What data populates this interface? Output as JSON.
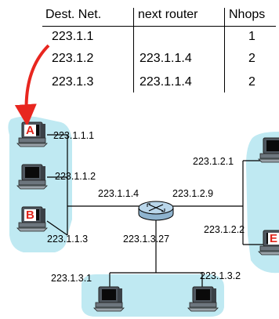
{
  "table": {
    "headers": [
      "Dest. Net.",
      "next router",
      "Nhops"
    ],
    "rows": [
      {
        "dest": "223.1.1",
        "next": "",
        "nhops": "1"
      },
      {
        "dest": "223.1.2",
        "next": "223.1.1.4",
        "nhops": "2"
      },
      {
        "dest": "223.1.3",
        "next": "223.1.1.4",
        "nhops": "2"
      }
    ]
  },
  "hosts": {
    "a": {
      "label": "A",
      "ip": "223.1.1.1"
    },
    "h2": {
      "ip": "223.1.1.2"
    },
    "b": {
      "label": "B",
      "ip": "223.1.1.3"
    },
    "h31": {
      "ip": "223.1.3.1"
    },
    "h32": {
      "ip": "223.1.3.2"
    },
    "h21": {
      "ip": "223.1.2.1"
    },
    "e": {
      "label": "E",
      "ip": "223.1.2.2"
    }
  },
  "router": {
    "if1": "223.1.1.4",
    "if2": "223.1.2.9",
    "if3": "223.1.3.27"
  },
  "colors": {
    "subnet": "#bfe9f2",
    "arrow": "#e8261f",
    "host_label": "#e0261c",
    "router": "#b9d6ea"
  }
}
